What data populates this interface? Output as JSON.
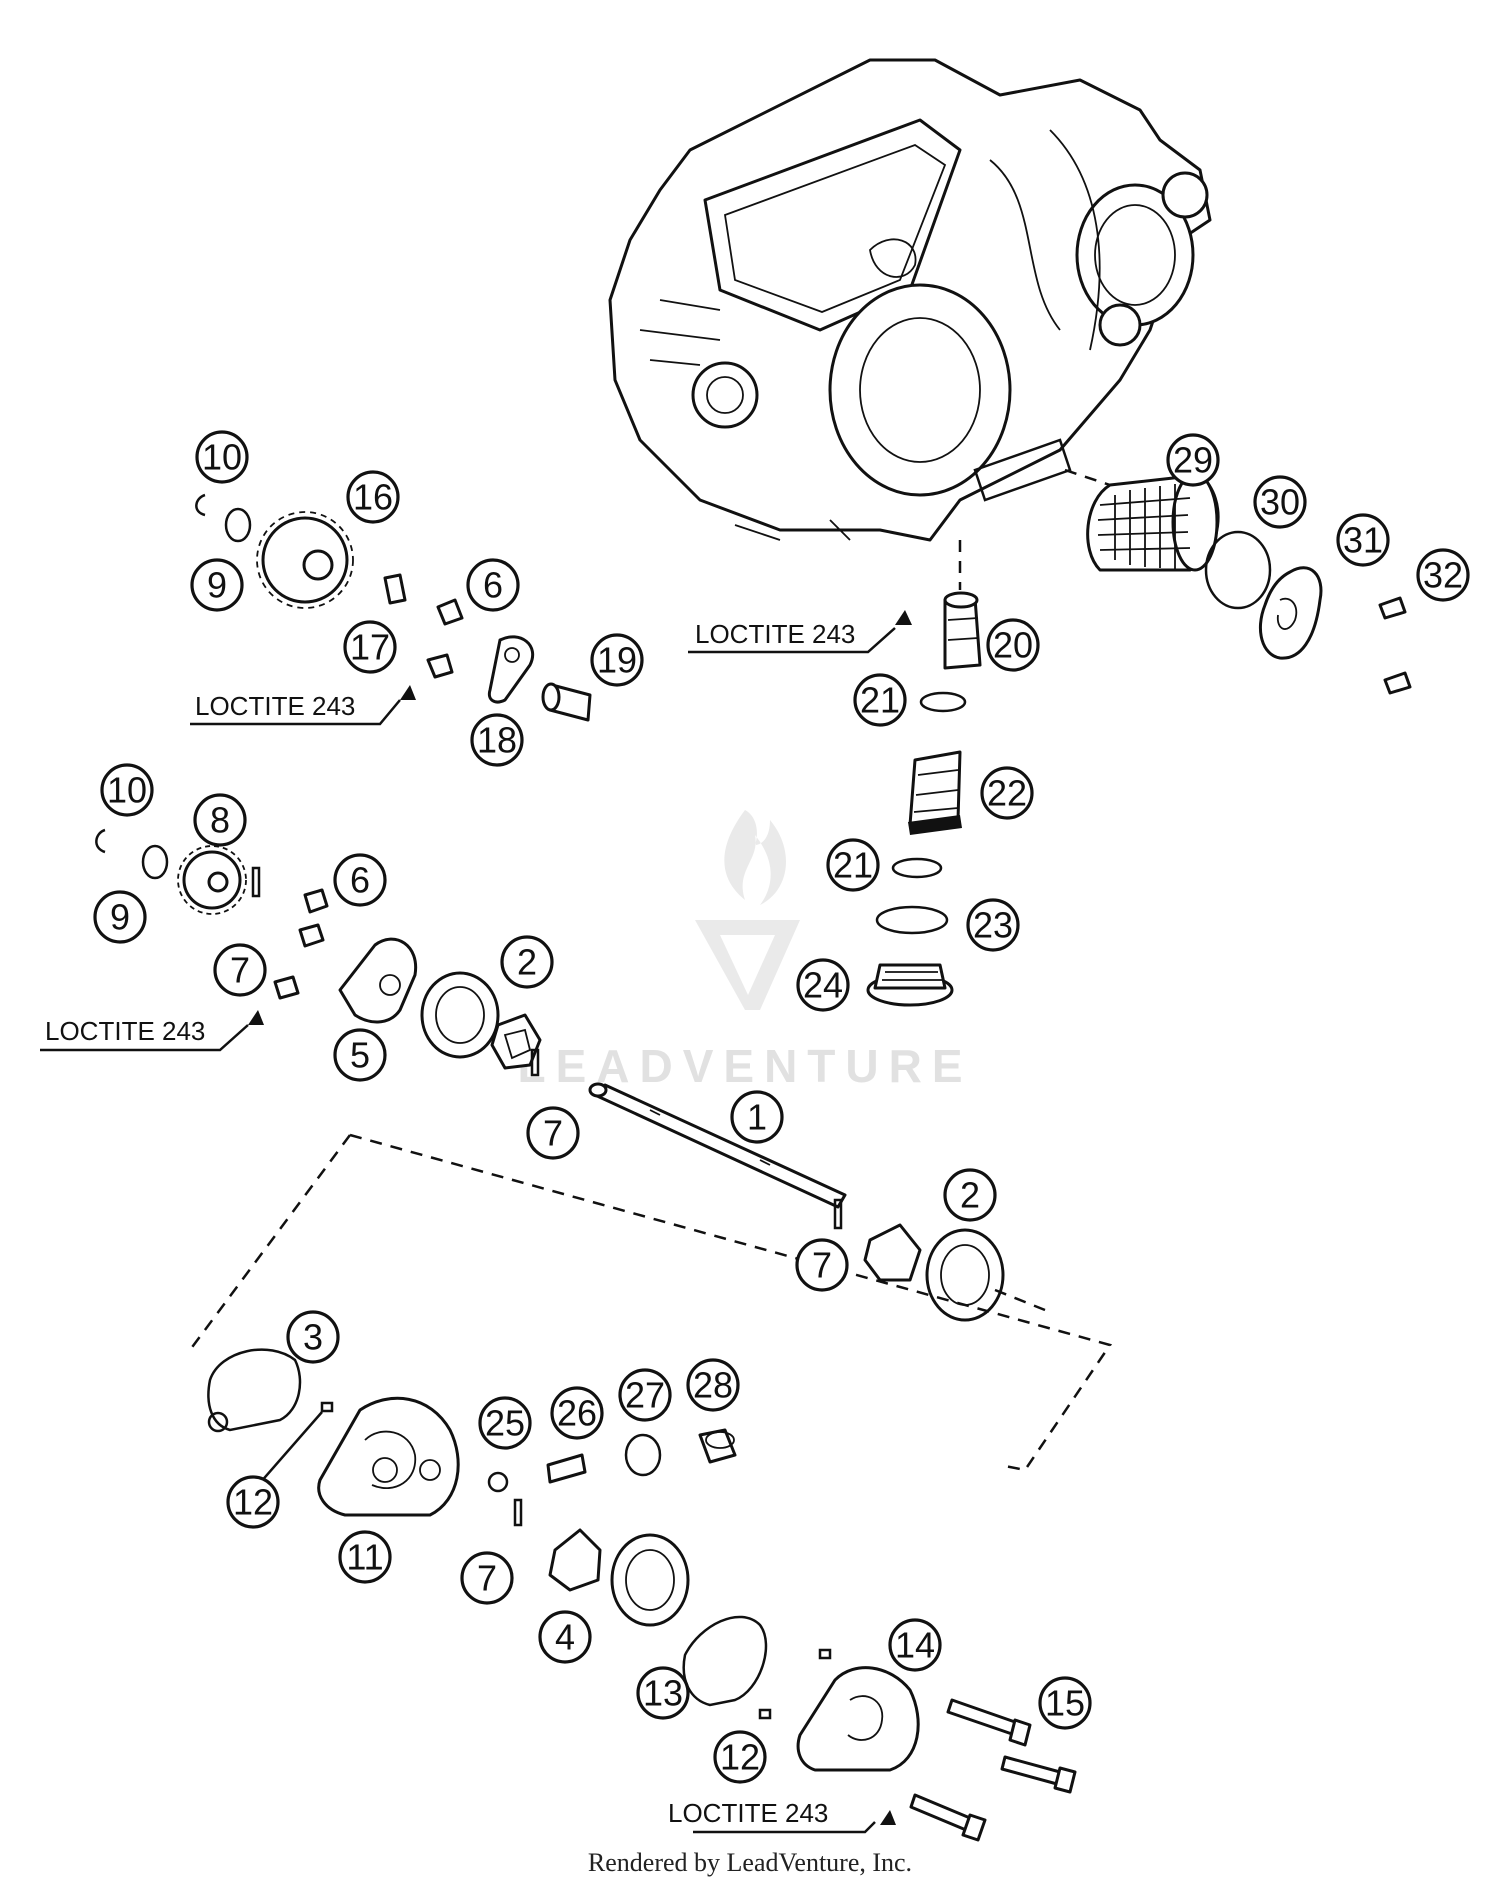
{
  "callouts": [
    {
      "id": "c1",
      "label": "1"
    },
    {
      "id": "c2a",
      "label": "2"
    },
    {
      "id": "c2b",
      "label": "2"
    },
    {
      "id": "c3",
      "label": "3"
    },
    {
      "id": "c4",
      "label": "4"
    },
    {
      "id": "c5",
      "label": "5"
    },
    {
      "id": "c6a",
      "label": "6"
    },
    {
      "id": "c6b",
      "label": "6"
    },
    {
      "id": "c7a",
      "label": "7"
    },
    {
      "id": "c7b",
      "label": "7"
    },
    {
      "id": "c7c",
      "label": "7"
    },
    {
      "id": "c7d",
      "label": "7"
    },
    {
      "id": "c8",
      "label": "8"
    },
    {
      "id": "c9a",
      "label": "9"
    },
    {
      "id": "c9b",
      "label": "9"
    },
    {
      "id": "c10a",
      "label": "10"
    },
    {
      "id": "c10b",
      "label": "10"
    },
    {
      "id": "c11",
      "label": "11"
    },
    {
      "id": "c12a",
      "label": "12"
    },
    {
      "id": "c12b",
      "label": "12"
    },
    {
      "id": "c13",
      "label": "13"
    },
    {
      "id": "c14",
      "label": "14"
    },
    {
      "id": "c15",
      "label": "15"
    },
    {
      "id": "c16",
      "label": "16"
    },
    {
      "id": "c17",
      "label": "17"
    },
    {
      "id": "c18",
      "label": "18"
    },
    {
      "id": "c19",
      "label": "19"
    },
    {
      "id": "c20",
      "label": "20"
    },
    {
      "id": "c21a",
      "label": "21"
    },
    {
      "id": "c21b",
      "label": "21"
    },
    {
      "id": "c22",
      "label": "22"
    },
    {
      "id": "c23",
      "label": "23"
    },
    {
      "id": "c24",
      "label": "24"
    },
    {
      "id": "c25",
      "label": "25"
    },
    {
      "id": "c26",
      "label": "26"
    },
    {
      "id": "c27",
      "label": "27"
    },
    {
      "id": "c28",
      "label": "28"
    },
    {
      "id": "c29",
      "label": "29"
    },
    {
      "id": "c30",
      "label": "30"
    },
    {
      "id": "c31",
      "label": "31"
    },
    {
      "id": "c32",
      "label": "32"
    }
  ],
  "notes": [
    {
      "id": "n1",
      "text": "LOCTITE 243"
    },
    {
      "id": "n2",
      "text": "LOCTITE 243"
    },
    {
      "id": "n3",
      "text": "LOCTITE 243"
    },
    {
      "id": "n4",
      "text": "LOCTITE 243"
    }
  ],
  "watermark": {
    "text": "LEADVENTURE"
  },
  "footer": {
    "text": "Rendered by LeadVenture, Inc."
  }
}
